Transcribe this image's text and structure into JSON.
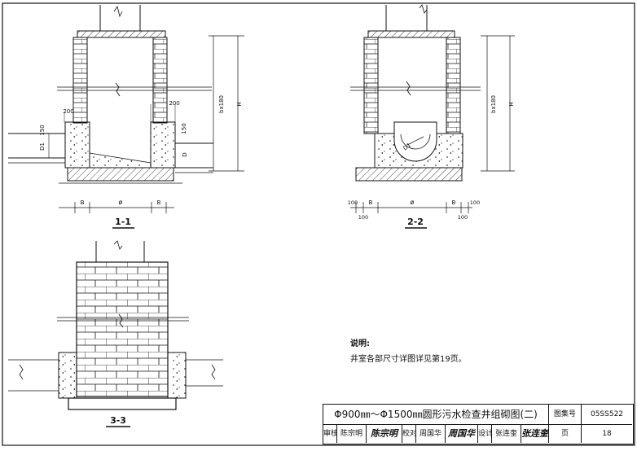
{
  "sections": {
    "s11": "1-1",
    "s22": "2-2",
    "s33": "3-3"
  },
  "dims": {
    "b": "B",
    "phi": "ø",
    "d200": "200",
    "d150": "150",
    "d1": "D1",
    "d": "D",
    "bx180": "bx180",
    "h": "H",
    "d100": "100"
  },
  "notes": {
    "heading": "说明:",
    "line1": "井室各部尺寸详图详见第19页。"
  },
  "title_block": {
    "title": "Φ900㎜～Φ1500㎜圆形污水检查井组砌图(二)",
    "atlas_label": "图集号",
    "atlas_no": "05SS522",
    "page_label": "页",
    "page_no": "18",
    "review_label": "审核",
    "review_name": "陈宗明",
    "review_sig": "陈宗明",
    "check_label": "校对",
    "check_name": "周国华",
    "check_sig": "周国华",
    "design_label": "设计",
    "design_name": "张连奎",
    "design_sig": "张连奎"
  }
}
